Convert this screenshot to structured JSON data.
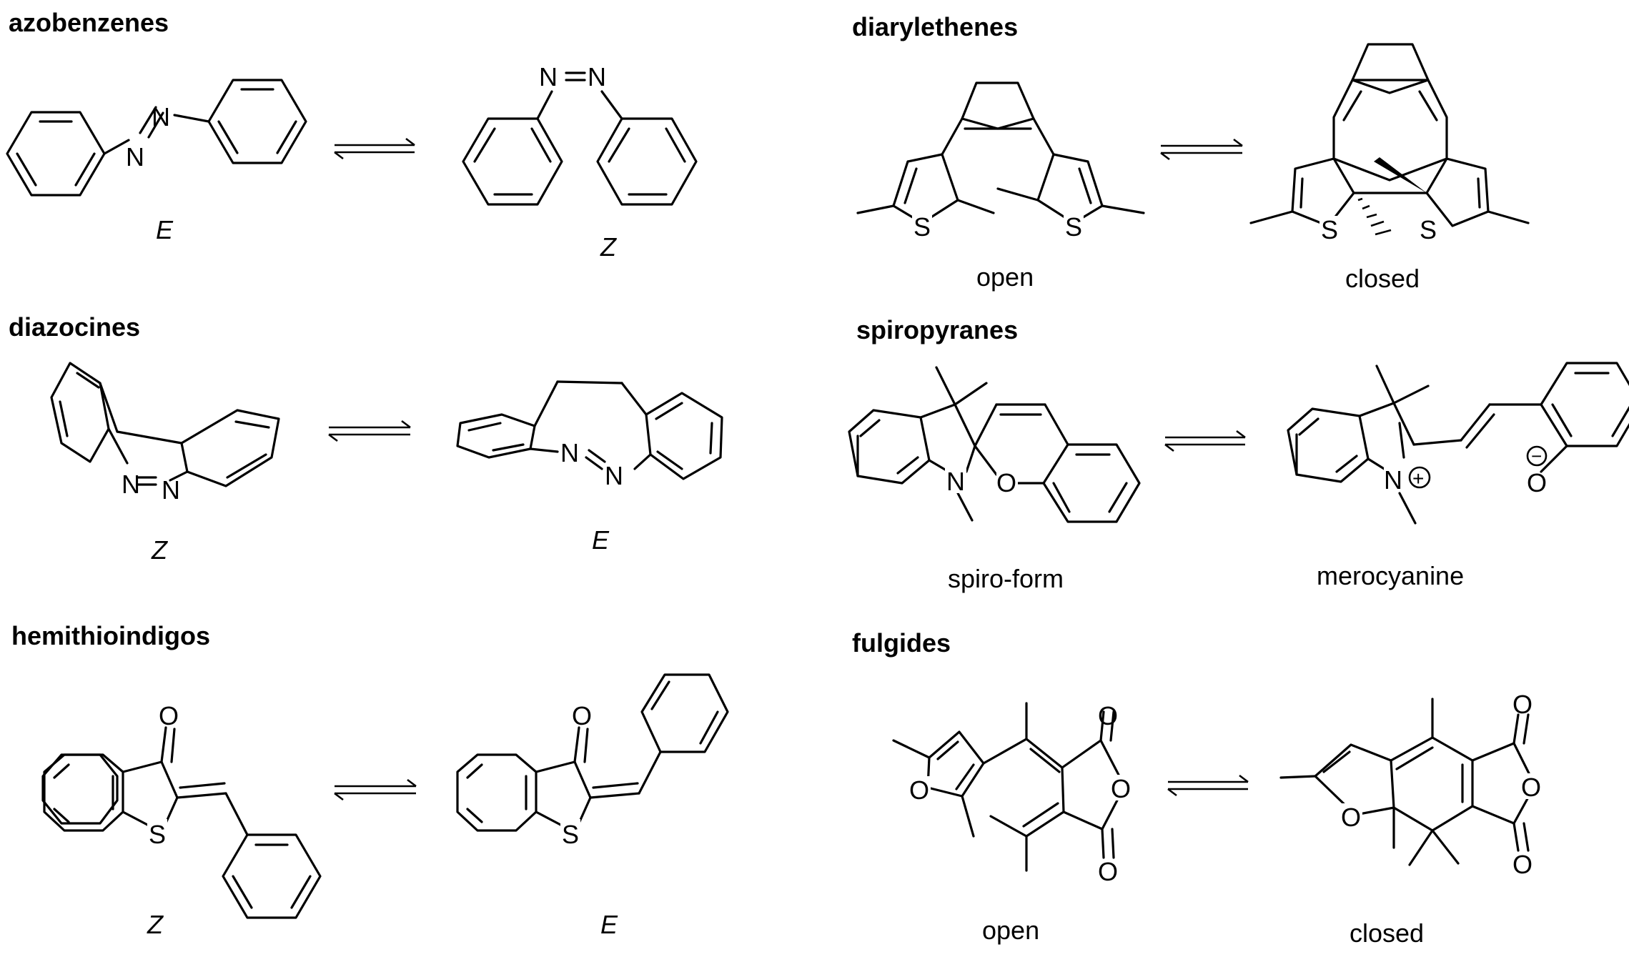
{
  "panels": [
    {
      "id": "azobenzenes",
      "title": "azobenzenes",
      "left_label": "E",
      "right_label": "Z",
      "label_style": "stereo"
    },
    {
      "id": "diarylethenes",
      "title": "diarylethenes",
      "left_label": "open",
      "right_label": "closed",
      "label_style": "form"
    },
    {
      "id": "diazocines",
      "title": "diazocines",
      "left_label": "Z",
      "right_label": "E",
      "label_style": "stereo"
    },
    {
      "id": "spiropyranes",
      "title": "spiropyranes",
      "left_label": "spiro-form",
      "right_label": "merocyanine",
      "label_style": "form"
    },
    {
      "id": "hemithioindigos",
      "title": "hemithioindigos",
      "left_label": "Z",
      "right_label": "E",
      "label_style": "stereo"
    },
    {
      "id": "fulgides",
      "title": "fulgides",
      "left_label": "open",
      "right_label": "closed",
      "label_style": "form"
    }
  ],
  "atoms": {
    "nitrogen": "N",
    "sulfur": "S",
    "oxygen": "O",
    "plus": "+",
    "minus": "−"
  },
  "colors": {
    "ink": "#000000",
    "background": "#ffffff"
  }
}
